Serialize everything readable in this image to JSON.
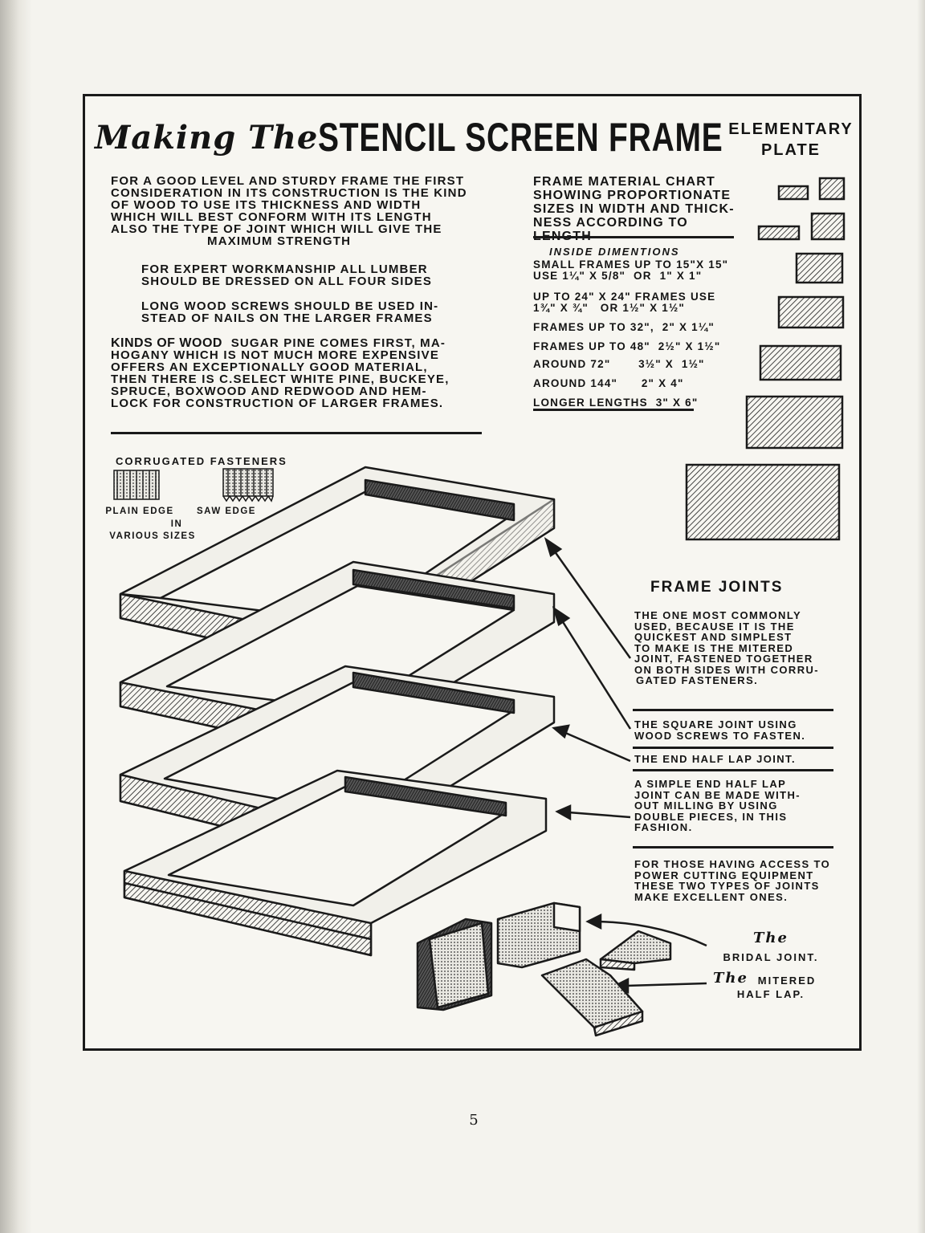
{
  "title": {
    "script": "Making The",
    "main": "STENCIL SCREEN FRAME",
    "sub_line1": "ELEMENTARY",
    "sub_line2": "PLATE"
  },
  "intro": {
    "p1": [
      "FOR A GOOD LEVEL and STURDY FRAME the FIRST",
      "CONSIDERATION IN ITS CONSTRUCTION IS the KIND",
      "OF WOOD TO USE    ITS THICKNESS and WIDTH",
      "WHICH WILL BEST CONFORM WITH ITS LENGTH",
      "also THE TYPE OF JOINT WHICH WILL GIVE THE",
      "MAXIMUM STRENGTH"
    ],
    "p2": [
      "FOR EXPERT WORKMANSHIP ALL LUMBER",
      "SHOULD BE DRESSED ON ALL FOUR SIDES"
    ],
    "p3": [
      "LONG WOOD SCREWS SHOULD BE USED IN-",
      "STEAD OF NAILS ON THE LARGER FRAMES"
    ]
  },
  "kinds_of_wood": {
    "heading": "KINDS OF WOOD",
    "lines": [
      "SUGAR PINE COMES FIRST,  MA-",
      "HOGANY WHICH IS NOT MUCH MORE EXPENSIVE",
      "OFFERS AN EXCEPTIONALLY GOOD MATERIAL,",
      "THEN THERE IS C.SELECT WHITE PINE, BUCKEYE,",
      "SPRUCE, BOXWOOD and REDWOOD and HEM-",
      "LOCK FOR CONSTRUCTION of LARGER FRAMES."
    ]
  },
  "chart": {
    "heading": [
      "FRAME MATERIAL CHART",
      "SHOWING PROPORTIONATE",
      "SIZES in WIDTH and THICK-",
      "NESS ACCORDING to LENGTH"
    ],
    "subheading": "INSIDE DIMENTIONS",
    "rows": [
      "SMALL FRAMES UP TO 15\"x 15\"",
      "USE 1¼\" x 5/8\"  OR  1\" x 1\"",
      "UP TO 24\" x 24\" FRAMES USE",
      "1¾\" x ¾\"   OR 1½\" x 1½\"",
      "FRAMES UP TO 32\",  2\" x 1¼\"",
      "FRAMES UP TO 48\"  2½\" x 1½\"",
      "AROUND 72\"       3½\" x  1½\"",
      "AROUND 144\"      2\" x 4\"",
      "LONGER LENGTHS  3\" x 6\""
    ]
  },
  "fasteners": {
    "heading": "CORRUGATED FASTENERS",
    "plain": "PLAIN EDGE",
    "saw": "SAW EDGE",
    "in": "IN",
    "sizes": "VARIOUS SIZES"
  },
  "joints": {
    "heading": "FRAME JOINTS",
    "mitered": [
      "THE ONE MOST COMMONLY",
      "USED, BECAUSE IT IS THE",
      "QUICKEST AND SIMPLEST",
      "TO MAKE IS THE MITERED",
      "JOINT, FASTENED TOGETHER",
      "ON BOTH SIDES WITH CORRU-",
      "GATED FASTENERS."
    ],
    "square": [
      "THE SQUARE JOINT USING",
      "WOOD SCREWS TO FASTEN."
    ],
    "end_half_lap": "THE END HALF LAP JOINT.",
    "simple_lap": [
      "A SIMPLE END HALF LAP",
      "JOINT CAN BE MADE WITH-",
      "OUT MILLING BY USING",
      "DOUBLE PIECES, IN THIS",
      "FASHION."
    ],
    "power": [
      "FOR THOSE HAVING ACCESS TO",
      "POWER CUTTING EQUIPMENT",
      "THESE TWO TYPES OF JOINTS",
      "MAKE EXCELLENT ONES."
    ],
    "bridal_prefix": "The",
    "bridal": "BRIDAL JOINT.",
    "mitered_half_prefix": "The",
    "mitered_half_1": "MITERED",
    "mitered_half_2": "HALF LAP."
  },
  "page_number": "5"
}
